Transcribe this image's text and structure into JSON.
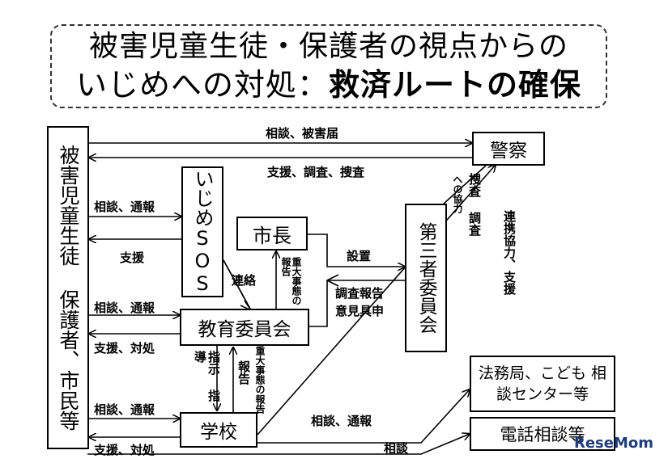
{
  "title": {
    "line1": "被害児童生徒・保護者の視点からの",
    "line2_plain": "いじめへの対処：",
    "line2_bold": "救済ルートの確保"
  },
  "nodes": {
    "victim": "被害児童生徒 保護者、市民等",
    "ijime_sos": "いじめSOS",
    "mayor": "市長",
    "board": "教育委員会",
    "school": "学校",
    "third_party": "第三者委員会",
    "police": "警察",
    "legal": "法務局、こども 相談センター等",
    "phone": "電話相談等"
  },
  "edges": {
    "to_police": "相談、被害届",
    "from_police": "支援、調査、捜査",
    "to_sos": "相談、通報",
    "from_sos": "支援",
    "liaison": "連絡",
    "serious_report": "重大事態の報告",
    "setup": "設置",
    "report_back1": "調査報告",
    "report_back2": "意見具申",
    "to_board": "相談、通報",
    "from_board": "支援、対処",
    "instruct": "指示 指導",
    "report": "報告",
    "serious_report2": "重大事態の報告",
    "to_school": "相談、通報",
    "from_school": "支援、対処",
    "school_to_legal": "相談、通報",
    "consult": "相談",
    "investigation": "捜査 調査",
    "cooperation": "への協力",
    "police_support": "連携協力、支援"
  },
  "logo": "ReseMom"
}
